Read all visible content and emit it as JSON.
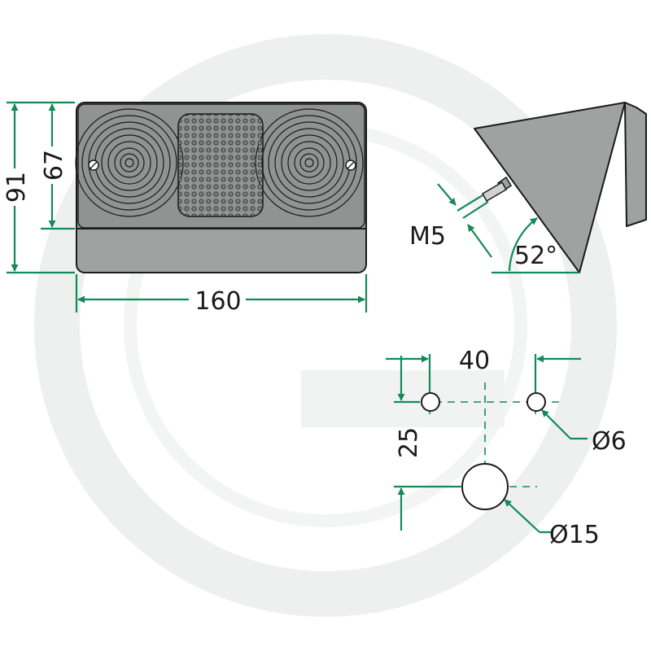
{
  "dimensions": {
    "total_height": "91",
    "lens_height": "67",
    "width": "160",
    "thread": "M5",
    "angle": "52°",
    "hole_spacing": "40",
    "hole_offset": "25",
    "small_hole_dia": "Ø6",
    "large_hole_dia": "Ø15"
  },
  "colors": {
    "dimension_lines": "#138a57",
    "lamp_body": "#9ea3a2",
    "lens": "#8f9493",
    "watermark": "#eef0ef"
  }
}
